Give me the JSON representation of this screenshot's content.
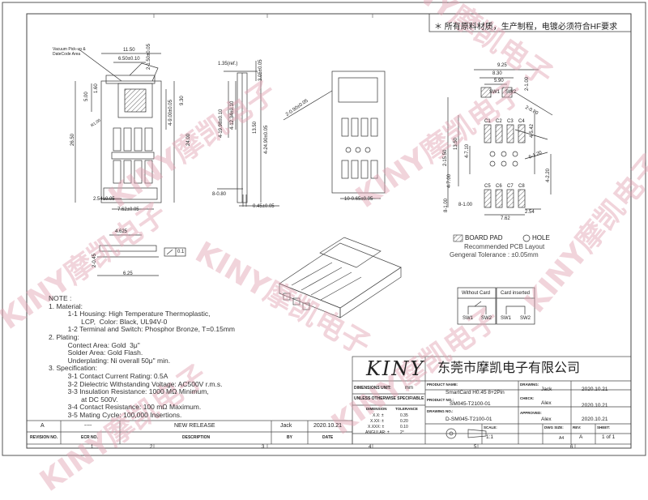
{
  "header_requirement": "＊ 所有原料材质，生产制程，电镀必须符合HF要求",
  "watermark": "KINY摩凯电子",
  "dims": {
    "d1150": "11.50",
    "d650": "6.50±0.10",
    "d150": "2-1.50±0.05",
    "vacuum": "Vacuum Pick-up &\nDateCode Area",
    "d500": "5.00",
    "d160": "1.60",
    "d2650": "26.50",
    "d400": "4-9.00±0.05",
    "d930": "9.30",
    "r100": "R1.00",
    "d2400": "24.00",
    "d254": "2.54±0.05",
    "d762": "7.62±0.05",
    "d135": "1.35(ref.)",
    "d305": "3.05±0.05",
    "d1998": "4-19.98±0.10",
    "d1234": "4-12.34±0.10",
    "d1350": "13.50",
    "d2490": "4-24.90±0.05",
    "d080": "8-0.80",
    "d045": "0.45±0.05",
    "d090": "2-0.90±0.05",
    "d065": "10-0.65±0.05",
    "d4625": "4.625",
    "d045b": "2-0.45",
    "d625": "6.25",
    "flat": "0.1",
    "pcb925": "9.25",
    "pcb830": "8.30",
    "pcb590": "5.90",
    "pcb100a": "2-1.00",
    "pcb2150": "2-15.50",
    "pcb1350": "13.50",
    "pcb710": "4-7.10",
    "pcb542": "4-5.42",
    "pcb700": "4-7.00",
    "pcb220": "4-2.20",
    "pcb080": "2-0.80",
    "pcb120": "6-1.20",
    "pcb100b": "8-1.00",
    "pcb100c": "8-1.00",
    "pcb762": "7.62",
    "pcb254": "2.54"
  },
  "pcb_labels": {
    "sw1": "SW1",
    "sw2": "SW2",
    "c1": "C1",
    "c2": "C2",
    "c3": "C3",
    "c4": "C4",
    "c5": "C5",
    "c6": "C6",
    "c7": "C7",
    "c8": "C8"
  },
  "legend": {
    "board_pad": "BOARD PAD",
    "hole": "HOLE",
    "recommended": "Recommended PCB Layout",
    "tolerance": "Gengeral Tolerance : ±0.05mm"
  },
  "switch": {
    "without": "Without Card",
    "inserted": "Card inserted",
    "sw1a": "SW1",
    "sw2a": "SW2",
    "sw1b": "SW1",
    "sw2b": "SW2"
  },
  "notes": "NOTE :\n1. Material:\n          1-1 Housing: High Temperature Thermoplastic,\n                 LCP,  Color: Black, UL94V-0\n          1-2 Terminal and Switch: Phosphor Bronze, T=0.15mm\n2. Plating:\n          Contect Area: Gold  3μ\"\n          Solder Area: Gold Flash.\n          Underplating: Ni overall 50μ\" min.\n3. Specification:\n          3-1 Contact Current Rating: 0.5A\n          3-2 Dielectric Withstanding Voltage: AC500V r.m.s.\n          3-3 Insulation Resistance: 1000 MΩ Minimum,\n                 at DC 500V.\n          3-4 Contact Resistance: 100 mΩ Maximum.\n          3-5 Mating Cycle: 100,000 Insertions.",
  "title_block": {
    "logo": "KINY",
    "company": "东莞市摩凯电子有限公司",
    "dimensions_unit_label": "DIMENSIONS UNIT:",
    "dimensions_unit": "mm",
    "unless": "UNLESS OTHERWISE SPECIFIABLE",
    "dimension": "DIMENSION",
    "tolerance": "TOLERANCE",
    "x_x": "X.X: ±",
    "x_x_v": "0.35",
    "x_xx": "X.XX: ±",
    "x_xx_v": "0.20",
    "x_xxx": "X.XXX: ±",
    "x_xxx_v": "0.10",
    "angular": "ANGULAR: ±",
    "angular_v": "2°",
    "product_name_label": "PRODUCT NAME:",
    "product_name": "SmartCard H0.45 8+2Pin",
    "product_no_label": "PRODUCT NO.:",
    "product_no": "SM045-T2100-01",
    "drawing_no_label": "DRAWING NO.:",
    "drawing_no": "D-SM045-T2100-01",
    "drawing_label": "DRAWING:",
    "drawing_by": "Jack",
    "drawing_date": "2020.10.21",
    "check_label": "CHECK:",
    "check_by": "Alex",
    "check_date": "2020.10.21",
    "approved_label": "APPROVED:",
    "approved_by": "Alex",
    "approved_date": "2020.10.21",
    "scale_label": "SCALE:",
    "scale": "1:1",
    "dwg_size_label": "DWG SIZE:",
    "dwg_size": "A4",
    "rev_label": "REV:",
    "rev": "A",
    "sheet_label": "SHEET:",
    "sheet": "1  of 1"
  },
  "revision": {
    "rev": "A",
    "ecr": "----",
    "desc": "NEW RELEASE",
    "by": "Jack",
    "date": "2020.10.21",
    "h_rev": "REVISION NO.",
    "h_ecr": "ECR NO.",
    "h_desc": "DESCRIPTION",
    "h_by": "BY",
    "h_date": "DATE"
  },
  "zones": {
    "z1": "1",
    "z2": "2",
    "z3": "3",
    "z4": "4",
    "z5": "5",
    "z6": "6"
  }
}
